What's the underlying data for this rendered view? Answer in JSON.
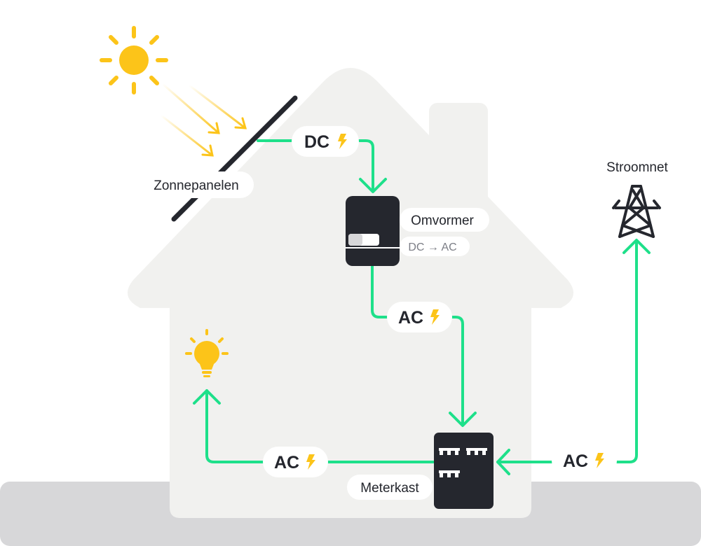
{
  "labels": {
    "solar_panels": "Zonnepanelen",
    "inverter": "Omvormer",
    "inverter_conversion": "DC → AC",
    "grid": "Stroomnet",
    "meter_box": "Meterkast"
  },
  "current_badges": {
    "panels_to_inverter": "DC",
    "inverter_to_meter": "AC",
    "meter_to_lamp": "AC",
    "grid_to_meter": "AC"
  },
  "colors": {
    "flow_line": "#1ee08a",
    "sun": "#fcc419",
    "house": "#f1f1ef",
    "ground": "#d7d7d9",
    "device": "#25272e"
  },
  "icons": [
    "sun-icon",
    "lightning-bolt-icon",
    "light-bulb-icon",
    "power-pylon-icon"
  ]
}
